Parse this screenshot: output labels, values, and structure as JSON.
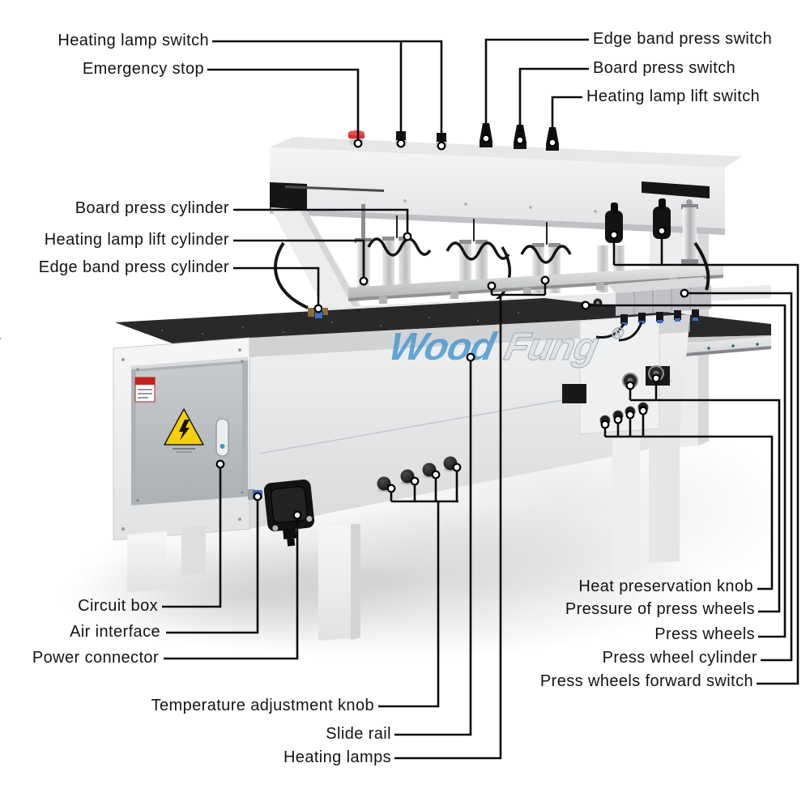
{
  "figure_type": "annotated machine callout diagram",
  "watermark": {
    "word1": "Wood",
    "word2": "Fung",
    "registered": "®"
  },
  "colors": {
    "watermark_blue": "#4796cf",
    "emergency_stop_red": "#df3030",
    "warning_yellow": "#f2cf06",
    "callout_line": "#0a0a0a",
    "machine_body": "#eff0f1"
  },
  "callouts": [
    {
      "id": "heating-lamp-switch",
      "label": "Heating lamp switch"
    },
    {
      "id": "emergency-stop",
      "label": "Emergency stop"
    },
    {
      "id": "edge-band-press-switch",
      "label": "Edge band press switch"
    },
    {
      "id": "board-press-switch",
      "label": "Board press switch"
    },
    {
      "id": "heating-lamp-lift-switch",
      "label": "Heating lamp lift switch"
    },
    {
      "id": "board-press-cylinder",
      "label": "Board press cylinder"
    },
    {
      "id": "heating-lamp-lift-cylinder",
      "label": "Heating lamp lift cylinder"
    },
    {
      "id": "edge-band-press-cylinder",
      "label": "Edge band press cylinder"
    },
    {
      "id": "circuit-box",
      "label": "Circuit box"
    },
    {
      "id": "air-interface",
      "label": "Air interface"
    },
    {
      "id": "power-connector",
      "label": "Power connector"
    },
    {
      "id": "temperature-adjustment-knob",
      "label": "Temperature adjustment knob"
    },
    {
      "id": "slide-rail",
      "label": "Slide rail"
    },
    {
      "id": "heating-lamps",
      "label": "Heating lamps"
    },
    {
      "id": "heat-preservation-knob",
      "label": "Heat preservation knob"
    },
    {
      "id": "pressure-of-press-wheels",
      "label": "Pressure of press wheels"
    },
    {
      "id": "press-wheels",
      "label": "Press wheels"
    },
    {
      "id": "press-wheel-cylinder",
      "label": "Press wheel cylinder"
    },
    {
      "id": "press-wheels-forward-switch",
      "label": "Press wheels forward switch"
    }
  ]
}
